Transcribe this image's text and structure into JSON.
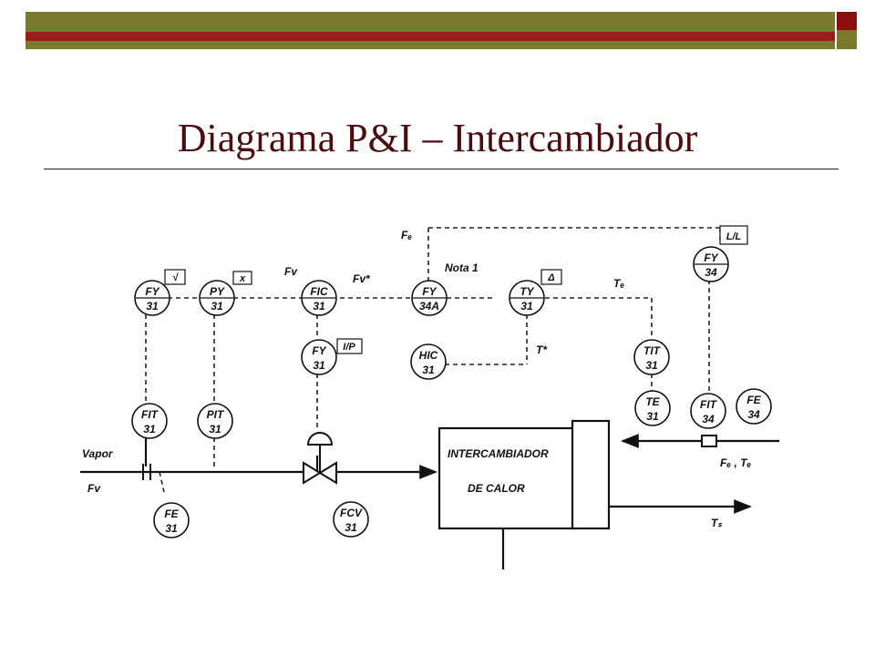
{
  "slide": {
    "title": "Diagrama P&I – Intercambiador",
    "colors": {
      "bar": "#7a7a2e",
      "bar_stripe": "#9c1a1a",
      "corner": "#8b0f0f",
      "title": "#4a0d0d"
    }
  },
  "diagram": {
    "instruments": [
      {
        "id": "fy31",
        "tag": "FY",
        "num": "31"
      },
      {
        "id": "py31",
        "tag": "PY",
        "num": "31"
      },
      {
        "id": "fic31",
        "tag": "FIC",
        "num": "31"
      },
      {
        "id": "fy34a",
        "tag": "FY",
        "num": "34A"
      },
      {
        "id": "ty31",
        "tag": "TY",
        "num": "31"
      },
      {
        "id": "fy34",
        "tag": "FY",
        "num": "34"
      },
      {
        "id": "fy31b",
        "tag": "FY",
        "num": "31"
      },
      {
        "id": "hic31",
        "tag": "HIC",
        "num": "31"
      },
      {
        "id": "tit31",
        "tag": "TIT",
        "num": "31"
      },
      {
        "id": "fit31",
        "tag": "FIT",
        "num": "31"
      },
      {
        "id": "pit31",
        "tag": "PIT",
        "num": "31"
      },
      {
        "id": "te31",
        "tag": "TE",
        "num": "31"
      },
      {
        "id": "fit34",
        "tag": "FIT",
        "num": "34"
      },
      {
        "id": "fe34",
        "tag": "FE",
        "num": "34"
      },
      {
        "id": "fe31",
        "tag": "FE",
        "num": "31"
      },
      {
        "id": "fcv31",
        "tag": "FCV",
        "num": "31"
      }
    ],
    "function_boxes": {
      "sqrt": "√",
      "mult": "x",
      "ip": "I/P",
      "delta": "Δ",
      "ll": "L/L"
    },
    "labels": {
      "fe": "Fₑ",
      "fv": "Fv",
      "fv_set": "Fv*",
      "nota": "Nota 1",
      "te": "Tₑ",
      "t_set": "T*",
      "vapor": "Vapor",
      "fv_in": "Fv",
      "fe_te": "Fₑ , Tₑ",
      "ts": "Tₛ"
    },
    "exchanger": {
      "line1": "INTERCAMBIADOR",
      "line2": "DE CALOR"
    }
  }
}
